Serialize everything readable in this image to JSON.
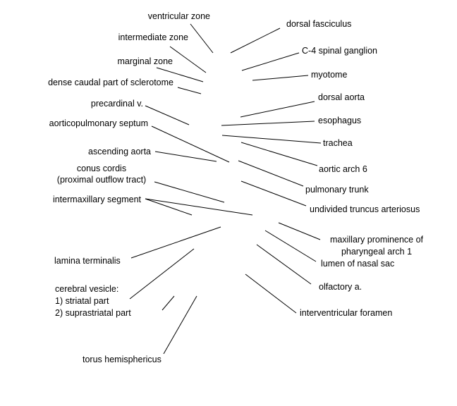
{
  "line_color": "#000000",
  "labels": {
    "ventricular_zone": "ventricular zone",
    "intermediate_zone": "intermediate zone",
    "marginal_zone": "marginal zone",
    "dense_caudal_sclerotome": "dense caudal part of sclerotome",
    "precardinal_v": "precardinal v.",
    "aorticopulmonary_septum": "aorticopulmonary septum",
    "ascending_aorta": "ascending aorta",
    "conus_cordis_1": "conus cordis",
    "conus_cordis_2": "(proximal outflow tract)",
    "intermaxillary_segment": "intermaxillary segment",
    "lamina_terminalis": "lamina terminalis",
    "cerebral_vesicle_1": "cerebral vesicle:",
    "cerebral_vesicle_2": "1) striatal part",
    "cerebral_vesicle_3": "2) suprastriatal part",
    "torus_hemisphericus": "torus hemisphericus",
    "dorsal_fasciculus": "dorsal fasciculus",
    "c4_spinal_ganglion": "C-4 spinal ganglion",
    "myotome": "myotome",
    "dorsal_aorta": "dorsal aorta",
    "esophagus": "esophagus",
    "trachea": "trachea",
    "aortic_arch_6": "aortic arch 6",
    "pulmonary_trunk": "pulmonary trunk",
    "undivided_truncus_arteriosus": "undivided truncus arteriosus",
    "maxillary_prominence_1": "maxillary prominence of",
    "maxillary_prominence_2": "pharyngeal arch 1",
    "lumen_of_nasal_sac": "lumen of nasal sac",
    "olfactory_a": "olfactory a.",
    "interventricular_foramen": "interventricular foramen"
  }
}
